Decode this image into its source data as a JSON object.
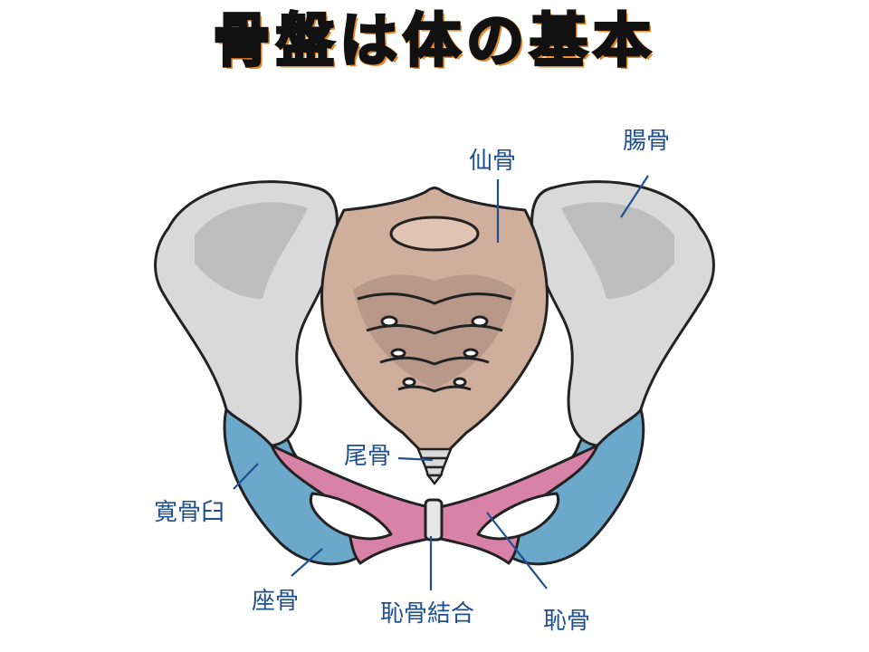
{
  "title": "骨盤は体の基本",
  "labels": {
    "sacrum": "仙骨",
    "ilium": "腸骨",
    "coccyx": "尾骨",
    "acetabulum": "寛骨臼",
    "ischium": "座骨",
    "pubic_symphysis": "恥骨結合",
    "pubis": "恥骨"
  },
  "colors": {
    "label": "#1f4f8f",
    "title_shadow": "#e8872a",
    "ilium": "#d9d9d9",
    "sacrum": "#cfae9c",
    "pubis": "#d982a8",
    "ischium": "#6ba8c9"
  }
}
